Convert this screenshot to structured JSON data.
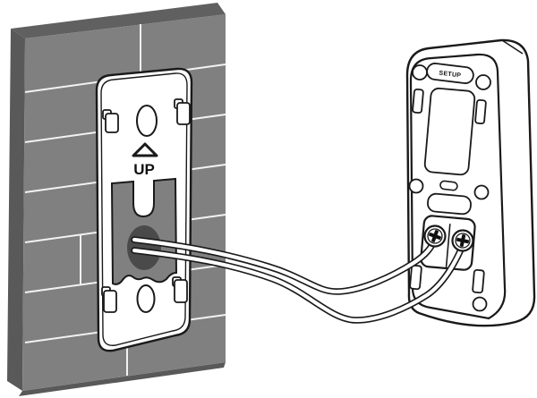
{
  "illustration": {
    "description": "Doorbell installation diagram: wall-mounted bracket with wires routed from wall hole to screw terminals on back of doorbell unit",
    "bracket": {
      "up_label": "UP",
      "features": [
        "up-arrow",
        "top-keyhole",
        "bottom-keyhole",
        "four-clip-tabs",
        "wall-hole-cutout"
      ]
    },
    "doorbell": {
      "setup_label": "SETUP",
      "features": [
        "setup-button",
        "battery-door",
        "terminal-block",
        "left-terminal-screw",
        "right-terminal-screw",
        "mounting-slots",
        "alignment-holes"
      ]
    },
    "wires": {
      "count": 2,
      "from": "wall-hole",
      "to": "terminal-screws"
    },
    "colors": {
      "wall_front": "#808080",
      "wall_side": "#595959",
      "wall_top": "#606060",
      "wall_hole": "#4a4a4a",
      "mortar_line": "#f2f2f2",
      "outline": "#1a1a1a",
      "part_fill": "#ffffff"
    }
  }
}
